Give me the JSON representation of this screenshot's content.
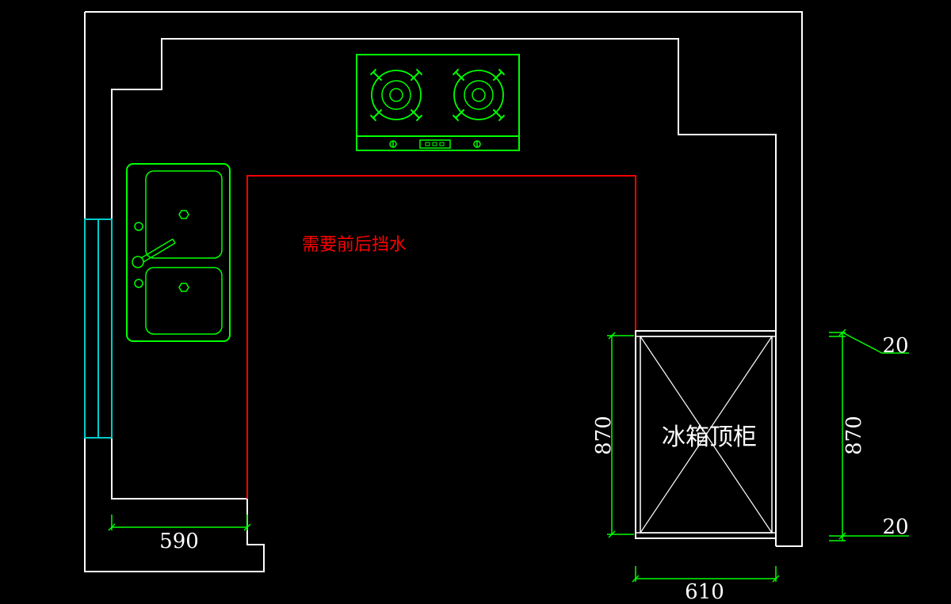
{
  "colors": {
    "background": "#000000",
    "wall": "#ffffff",
    "appliance": "#00ff00",
    "counter_edge": "#ff0000",
    "window": "#00cccc",
    "dimension": "#00ff00",
    "dimension_text": "#ffffff",
    "note": "#ff0000",
    "fridge_cross": "#ffffff"
  },
  "annotations": {
    "note": "需要前后挡水",
    "fridge_label": "冰箱顶柜"
  },
  "dimensions": {
    "counter_width_left": "590",
    "fridge_width": "610",
    "fridge_height_left": "870",
    "fridge_height_right": "870",
    "offset_top": "20",
    "offset_bottom": "20"
  }
}
